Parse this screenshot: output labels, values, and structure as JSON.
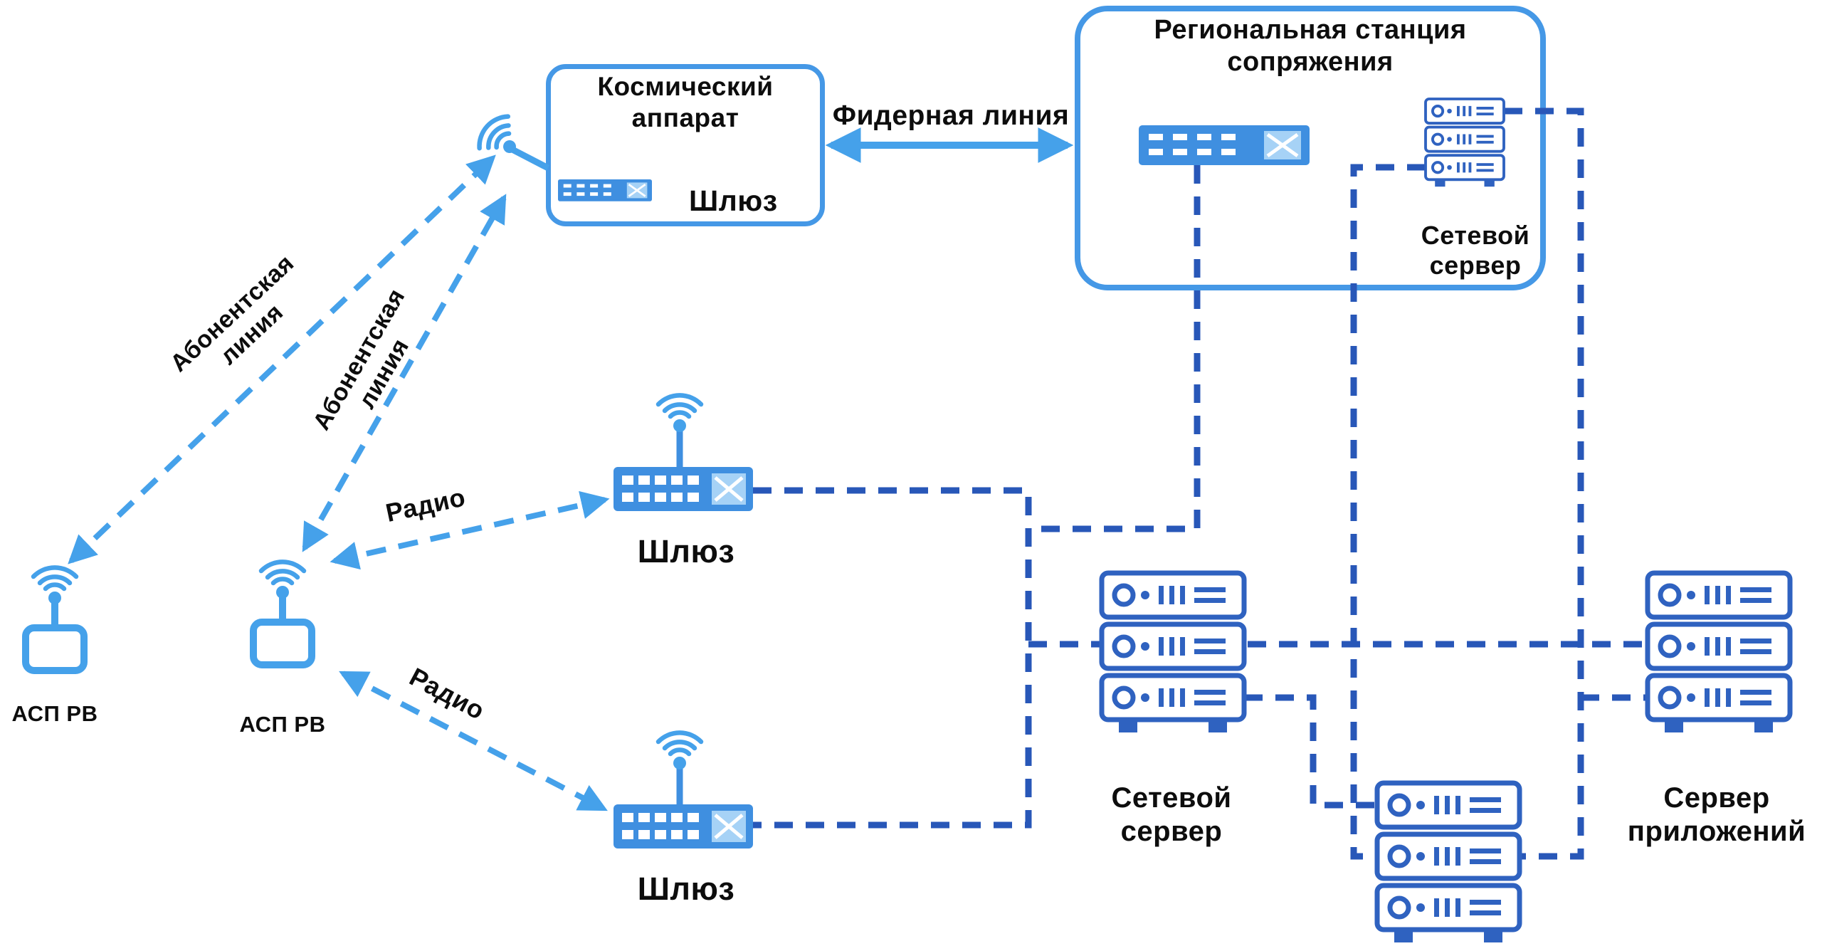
{
  "spacecraft": {
    "title": "Космический\nаппарат",
    "gateway": "Шлюз"
  },
  "regional_station": {
    "title": "Региональная станция\nсопряжения",
    "server": "Сетевой\nсервер"
  },
  "feeder_link": {
    "label": "Фидерная линия"
  },
  "subscriber_links": {
    "link1": "Абонентская линия",
    "link2": "Абонентская линия"
  },
  "radio_links": {
    "link1": "Радио",
    "link2": "Радио"
  },
  "terminals": {
    "t1": "АСП РВ",
    "t2": "АСП РВ"
  },
  "gateways": {
    "g1": "Шлюз",
    "g2": "Шлюз"
  },
  "servers": {
    "network": "Сетевой\nсервер",
    "application": "Сервер\nприложений"
  },
  "colors": {
    "light_blue": "#45a1ea",
    "icon_blue": "#3f8fe0",
    "dark_blue": "#2857b8",
    "server_blue": "#2f62c0",
    "text": "#0d0d0d"
  }
}
